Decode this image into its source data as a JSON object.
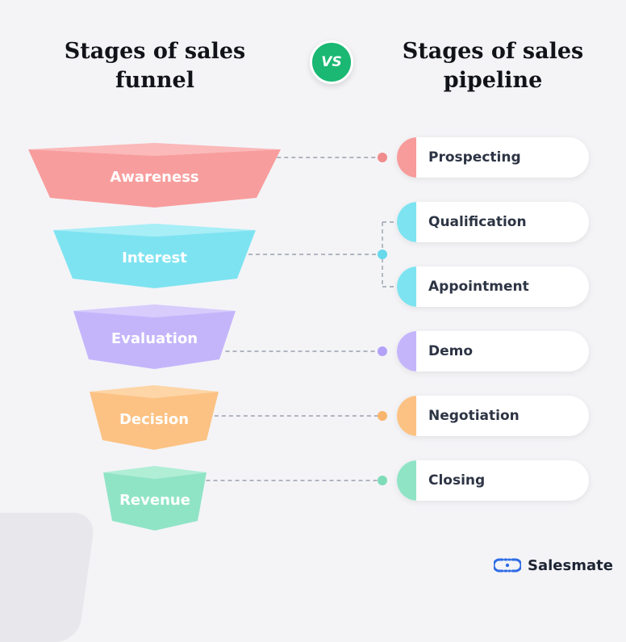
{
  "titles": {
    "funnel": "Stages of sales funnel",
    "vs": "VS",
    "pipeline": "Stages of sales pipeline"
  },
  "funnel_stages": [
    {
      "label": "Awareness",
      "color": "#f89d9d",
      "top_color": "#fbb9b9",
      "connector": "#f08c8c"
    },
    {
      "label": "Interest",
      "color": "#7ee3f1",
      "top_color": "#a8eef7",
      "connector": "#67d9ea"
    },
    {
      "label": "Evaluation",
      "color": "#c4b5fb",
      "top_color": "#d7ccfc",
      "connector": "#b3a1f8"
    },
    {
      "label": "Decision",
      "color": "#fcc283",
      "top_color": "#fdd5a6",
      "connector": "#f8b56d"
    },
    {
      "label": "Revenue",
      "color": "#90e4c6",
      "top_color": "#b0eed6",
      "connector": "#7fdcb9"
    }
  ],
  "pipeline_stages": [
    {
      "label": "Prospecting",
      "color": "#f79b9b"
    },
    {
      "label": "Qualification",
      "color": "#7ee3f1"
    },
    {
      "label": "Appointment",
      "color": "#7ee3f1"
    },
    {
      "label": "Demo",
      "color": "#c4b5fb"
    },
    {
      "label": "Negotiation",
      "color": "#fcc283"
    },
    {
      "label": "Closing",
      "color": "#90e4c6"
    }
  ],
  "brand": {
    "name": "Salesmate",
    "color": "#2f6ce5"
  },
  "accent": "#1ab873"
}
